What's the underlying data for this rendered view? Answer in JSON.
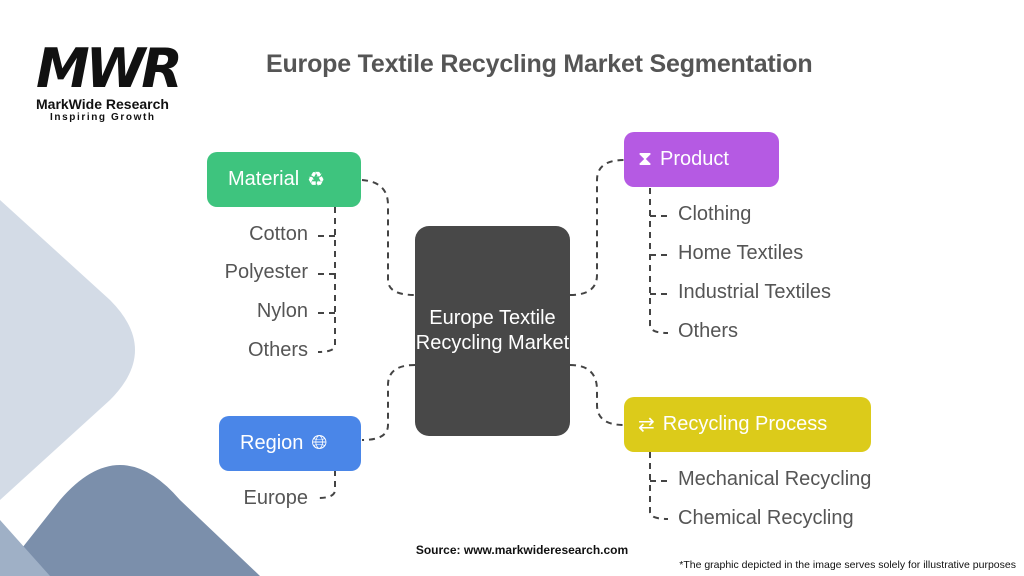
{
  "logo": {
    "mark": "MWR",
    "name": "MarkWide Research",
    "tagline": "Inspiring Growth"
  },
  "title": "Europe Textile Recycling Market Segmentation",
  "center": "Europe Textile Recycling Market",
  "segments": {
    "material": {
      "label": "Material",
      "color": "#3ec47e",
      "icon": "recycle-bottle-icon",
      "items": [
        "Cotton",
        "Polyester",
        "Nylon",
        "Others"
      ]
    },
    "product": {
      "label": "Product",
      "color": "#b55ae3",
      "icon": "textile-icon",
      "items": [
        "Clothing",
        "Home Textiles",
        "Industrial Textiles",
        "Others"
      ]
    },
    "region": {
      "label": "Region",
      "color": "#4a86e8",
      "icon": "globe-icon",
      "items": [
        "Europe"
      ]
    },
    "process": {
      "label": "Recycling Process",
      "color": "#dccb1a",
      "icon": "recycling-process-icon",
      "items": [
        "Mechanical Recycling",
        "Chemical Recycling"
      ]
    }
  },
  "source": "Source: www.markwideresearch.com",
  "note": "*The graphic depicted in the image serves solely for illustrative purposes"
}
